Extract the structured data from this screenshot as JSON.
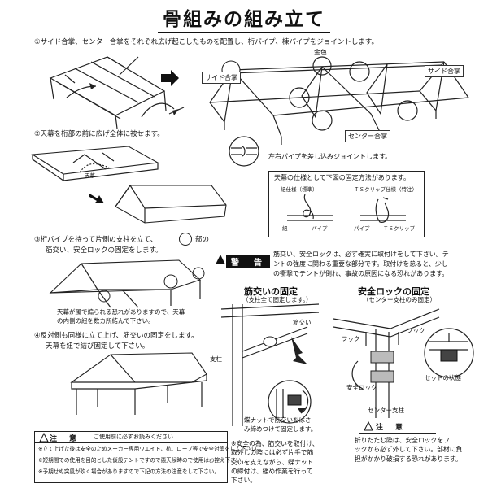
{
  "title": "骨組みの組み立て",
  "steps": {
    "s1": "①サイド合掌、センター合掌をそれぞれ広げ起こしたものを配置し、桁パイプ、棟パイプをジョイントします。",
    "s2": "②天幕を桁部の前に広げ全体に被せます。",
    "s3_a": "③桁パイプを持って片側の支柱を立て、",
    "s3_b": "部の",
    "s3_c": "筋交い、安全ロックの固定をします。",
    "s3_note_a": "天幕が風で煽られる恐れがありますので、天幕",
    "s3_note_b": "の内側の紐を数カ所結んで下さい。",
    "s4_a": "④反対側も同様に立て上げ、筋交いの固定をします。",
    "s4_b": "天幕を紐で結び固定して下さい。"
  },
  "frame_labels": {
    "side_left": "サイド合掌",
    "side_right": "サイド合掌",
    "gold": "金色",
    "center": "センター合掌",
    "joint_note": "左右パイプを差し込みジョイントします。",
    "tenmaku": "天幕"
  },
  "spec": {
    "title": "天幕の仕様として下図の固定方法があります。",
    "col1": "紐仕様（標準）",
    "col2": "ＴＳクリップ仕様（特注）",
    "l_himo": "紐",
    "l_pipe1": "パイプ",
    "l_pipe2": "パイプ",
    "l_ts": "ＴＳクリップ"
  },
  "warning": {
    "head": "警　告",
    "lines": [
      "筋交い、安全ロックは、必ず確実に取付けをして下さい。テ",
      "ントの強度に関わる重要な部分です。取付けを怠ると、少し",
      "の衝撃でテントが倒れ、事故の原因になる恐れがあります。"
    ]
  },
  "bracing": {
    "title": "筋交いの固定",
    "subtitle": "（支柱全て固定します。）",
    "l_sujikai": "筋交い",
    "l_shichu": "支柱",
    "nut_a": "蝶ナットで筋交いをはさ",
    "nut_b": "み締めつけて固定します。"
  },
  "lock": {
    "title": "安全ロックの固定",
    "subtitle": "（センター支柱のみ固定）",
    "l_hook1": "フック",
    "l_hook2": "フック",
    "l_lock": "安全ロック",
    "l_center": "センター支柱",
    "l_set": "セットの状態"
  },
  "note_bottom": {
    "lines": [
      "※安全の為、筋交いを取付け、",
      "取外しの際には必ず片手で筋",
      "交いを支えながら、蝶ナット",
      "の締付け、緩め作業を行って",
      "下さい。"
    ]
  },
  "caution_left": {
    "head": "注　意",
    "intro": "ご使用前に必ずお読みください",
    "lines": [
      "※立て上げた後は安全のためメーカー専用ウエイト、杭、ロープ等で安全対策をして下さい。",
      "※短期間での使用を目的とした仮設テントですので悪天候時ので使用はお控え下さい。",
      "※予期せぬ突風が吹く場合がありますので下記の方法の注意をして下さい。"
    ]
  },
  "caution_right": {
    "head": "注　意",
    "lines": [
      "折りたたむ際は、安全ロックをフ",
      "ックから必ず外して下さい。部材に負",
      "担がかかり破損する恐れがあります。"
    ]
  }
}
